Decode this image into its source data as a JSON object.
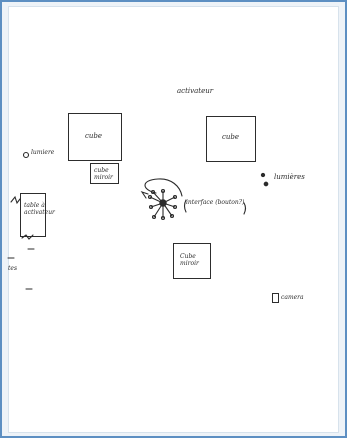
{
  "diagram": {
    "labels": {
      "top_right_activator": "activateur",
      "cube_left": "cube",
      "cube_right": "cube",
      "cube_mirror_small": "cube miroir",
      "cube_mirror_bottom": "Cube miroir",
      "lumiere_left": "lumiere",
      "lumieres_right": "lumières",
      "table_activator": "table à activateur",
      "interface_label": "interface (bouton?)",
      "camera": "camera",
      "edge_fragment": "tes"
    },
    "colors": {
      "ink": "#2b2b2b",
      "paper": "#ffffff",
      "scan_border": "#5d8fc2"
    }
  }
}
